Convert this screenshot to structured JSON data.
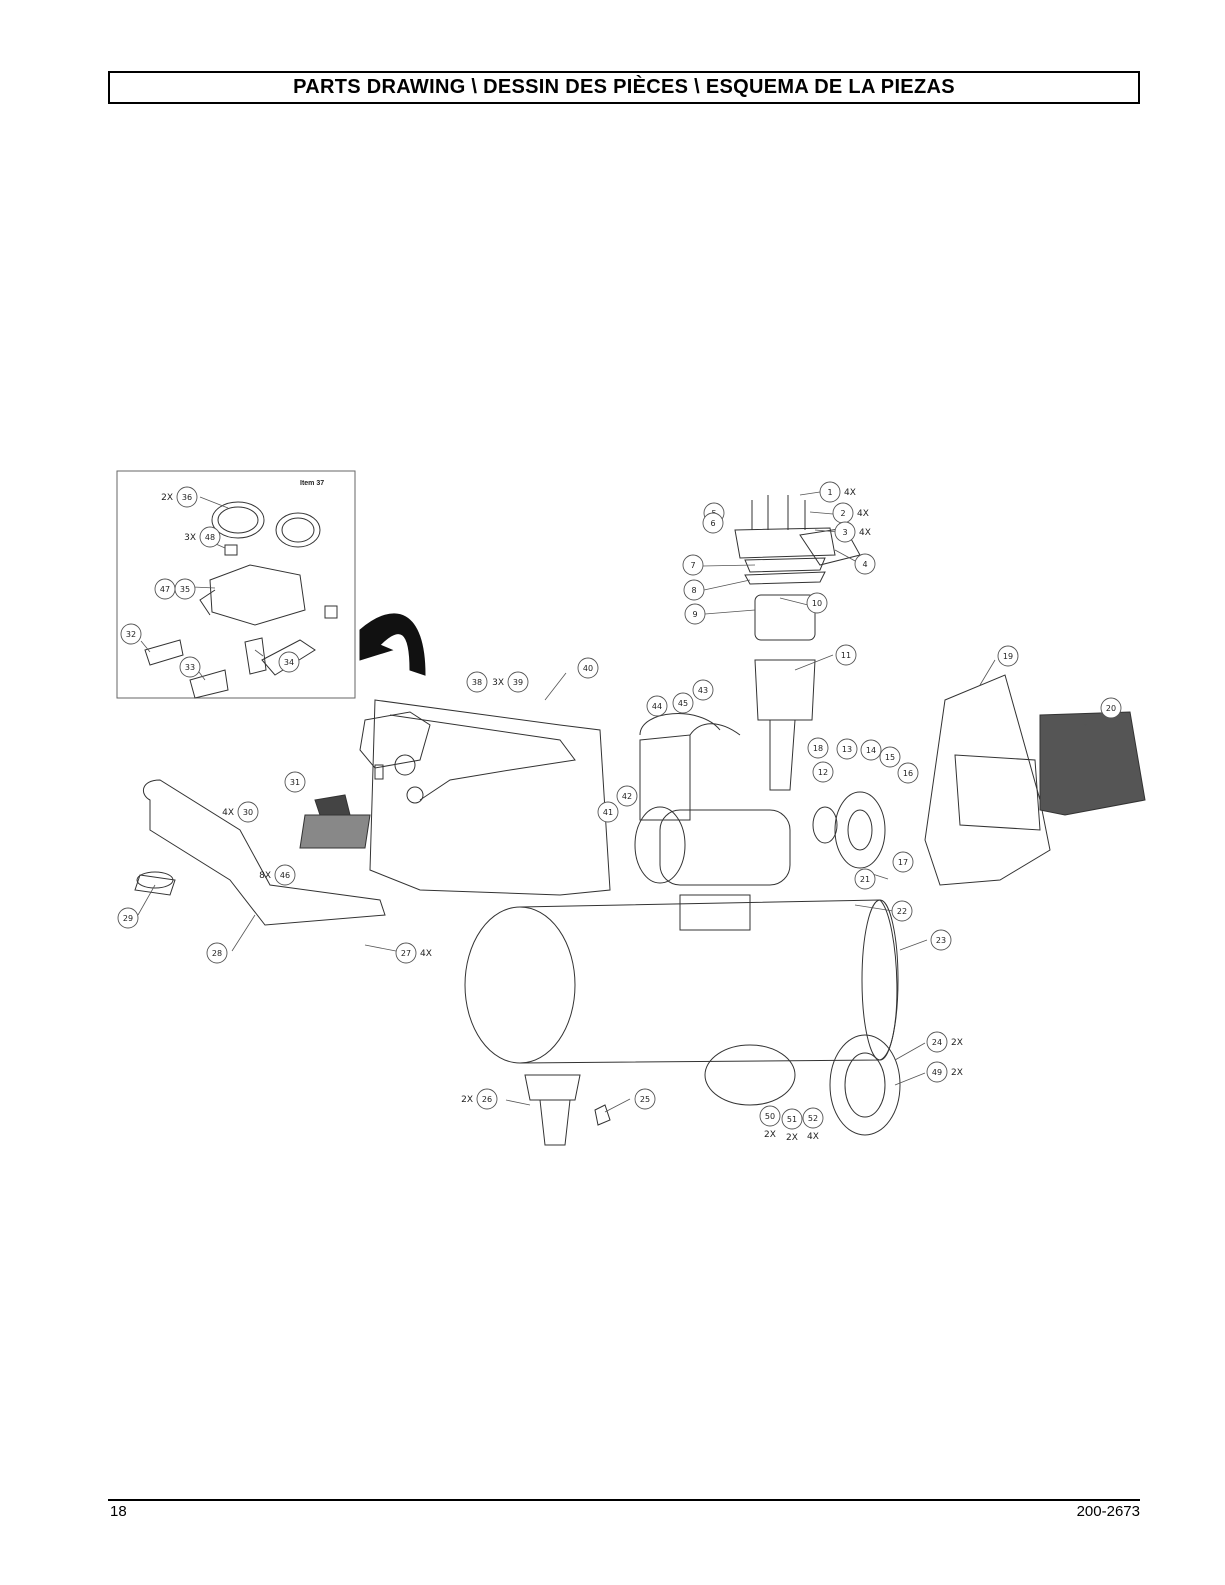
{
  "header": {
    "title": "PARTS DRAWING \\ DESSIN DES PIÈCES \\ ESQUEMA DE LA PIEZAS"
  },
  "footer": {
    "page_number": "18",
    "document_number": "200-2673"
  },
  "inset": {
    "label": "Item 37"
  },
  "callouts": [
    {
      "id": "1",
      "qty": "4X"
    },
    {
      "id": "2",
      "qty": "4X"
    },
    {
      "id": "3",
      "qty": "4X"
    },
    {
      "id": "4",
      "qty": ""
    },
    {
      "id": "5",
      "qty": ""
    },
    {
      "id": "6",
      "qty": ""
    },
    {
      "id": "7",
      "qty": ""
    },
    {
      "id": "8",
      "qty": ""
    },
    {
      "id": "9",
      "qty": ""
    },
    {
      "id": "10",
      "qty": ""
    },
    {
      "id": "11",
      "qty": ""
    },
    {
      "id": "12",
      "qty": ""
    },
    {
      "id": "13",
      "qty": ""
    },
    {
      "id": "14",
      "qty": ""
    },
    {
      "id": "15",
      "qty": ""
    },
    {
      "id": "16",
      "qty": ""
    },
    {
      "id": "17",
      "qty": ""
    },
    {
      "id": "18",
      "qty": ""
    },
    {
      "id": "19",
      "qty": ""
    },
    {
      "id": "20",
      "qty": ""
    },
    {
      "id": "21",
      "qty": ""
    },
    {
      "id": "22",
      "qty": ""
    },
    {
      "id": "23",
      "qty": ""
    },
    {
      "id": "24",
      "qty": "2X"
    },
    {
      "id": "25",
      "qty": ""
    },
    {
      "id": "26",
      "qty": "2X"
    },
    {
      "id": "27",
      "qty": "4X"
    },
    {
      "id": "28",
      "qty": ""
    },
    {
      "id": "29",
      "qty": ""
    },
    {
      "id": "30",
      "qty": "4X"
    },
    {
      "id": "31",
      "qty": ""
    },
    {
      "id": "32",
      "qty": ""
    },
    {
      "id": "33",
      "qty": ""
    },
    {
      "id": "34",
      "qty": ""
    },
    {
      "id": "35",
      "qty": ""
    },
    {
      "id": "36",
      "qty": "2X"
    },
    {
      "id": "38",
      "qty": ""
    },
    {
      "id": "39",
      "qty": "3X"
    },
    {
      "id": "40",
      "qty": ""
    },
    {
      "id": "41",
      "qty": ""
    },
    {
      "id": "42",
      "qty": ""
    },
    {
      "id": "43",
      "qty": ""
    },
    {
      "id": "44",
      "qty": ""
    },
    {
      "id": "45",
      "qty": ""
    },
    {
      "id": "46",
      "qty": "8X"
    },
    {
      "id": "47",
      "qty": ""
    },
    {
      "id": "48",
      "qty": "3X"
    },
    {
      "id": "49",
      "qty": "2X"
    },
    {
      "id": "50",
      "qty": "2X"
    },
    {
      "id": "51",
      "qty": "2X"
    },
    {
      "id": "52",
      "qty": "4X"
    }
  ]
}
